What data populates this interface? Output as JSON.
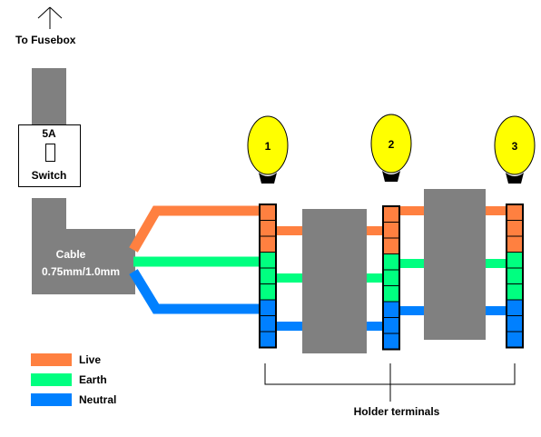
{
  "fusebox": {
    "label": "To Fusebox"
  },
  "switch": {
    "rating": "5A",
    "label": "Switch"
  },
  "cable": {
    "line1": "Cable",
    "line2": "0.75mm/1.0mm"
  },
  "bulbs": [
    {
      "number": "1"
    },
    {
      "number": "2"
    },
    {
      "number": "3"
    }
  ],
  "terminals": {
    "label": "Holder terminals"
  },
  "legend": [
    {
      "label": "Live",
      "color": "#ff8040"
    },
    {
      "label": "Earth",
      "color": "#00ff80"
    },
    {
      "label": "Neutral",
      "color": "#0080ff"
    }
  ],
  "colors": {
    "live": "#ff8040",
    "earth": "#00ff80",
    "neutral": "#0080ff",
    "block": "#808080",
    "bulb": "#ffff00"
  }
}
